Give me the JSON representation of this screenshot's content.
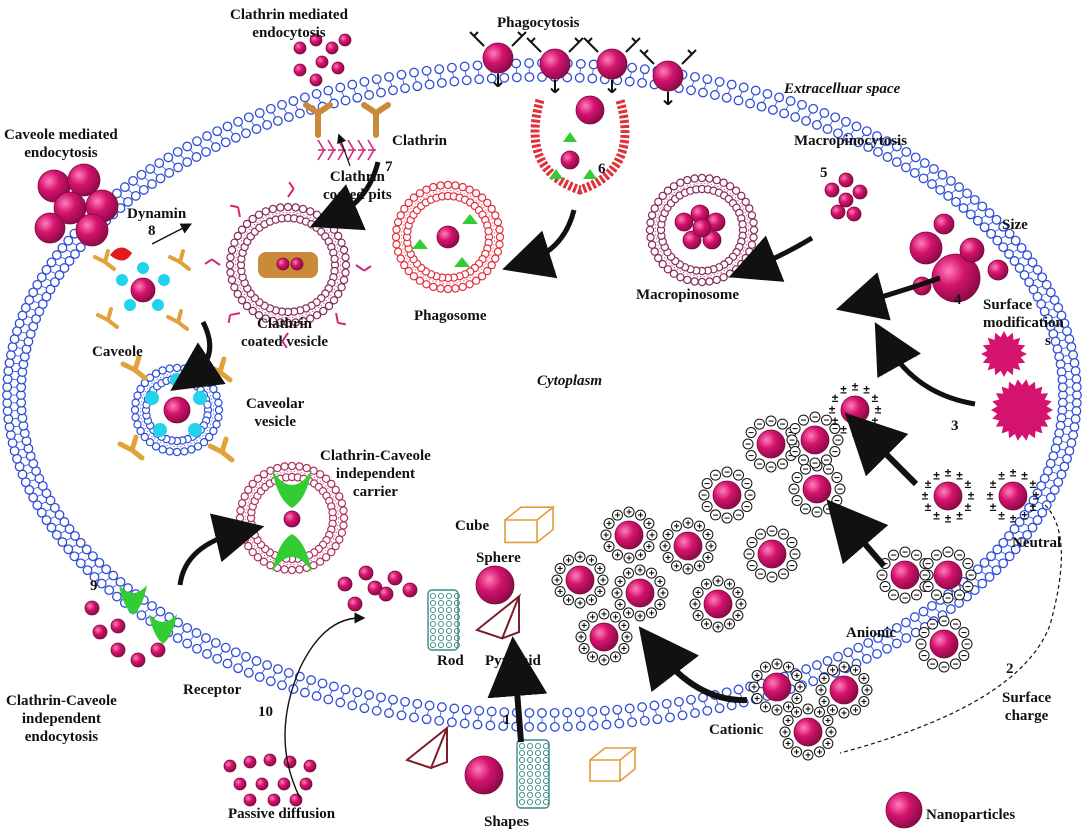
{
  "labels": {
    "clathrin_mediated": [
      "Clathrin mediated",
      "endocytosis"
    ],
    "phagocytosis": "Phagocytosis",
    "extracellular": "Extracelluar space",
    "caveole_mediated": [
      "Caveole mediated",
      "endocytosis"
    ],
    "clathrin": "Clathrin",
    "clathrin_pits": [
      "Clathrin",
      "coated pits"
    ],
    "macropinocytosis": "Macropinocytosis",
    "dynamin": "Dynamin",
    "size": "Size",
    "macropinosome": "Macropinosome",
    "phagosome": "Phagosome",
    "clathrin_vesicle": [
      "Clathrin",
      "coated vesicle"
    ],
    "caveole": "Caveole",
    "surface_mod": [
      "Surface",
      "modification",
      "s"
    ],
    "cytoplasm": "Cytoplasm",
    "caveolar_vesicle": [
      "Caveolar",
      "vesicle"
    ],
    "independent_carrier": [
      "Clathrin-Caveole",
      "independent",
      "carrier"
    ],
    "neutral": "Neutral",
    "cube": "Cube",
    "sphere": "Sphere",
    "anionic": "Anionic",
    "rod": "Rod",
    "pyramid": "Pyramid",
    "receptor": "Receptor",
    "independent_endocytosis": [
      "Clathrin-Caveole",
      "independent",
      "endocytosis"
    ],
    "surface_charge": [
      "Surface",
      "charge"
    ],
    "cationic": "Cationic",
    "passive_diffusion": "Passive diffusion",
    "shapes": "Shapes",
    "nanoparticles": "Nanoparticles"
  },
  "numbers": [
    "1",
    "2",
    "3",
    "4",
    "5",
    "6",
    "7",
    "8",
    "9",
    "10"
  ],
  "signs": {
    "plus": "+",
    "minus": "−",
    "plusminus": "±"
  },
  "colors": {
    "nanoparticle": "#d4136e",
    "membrane_blue": "#2f4fd8",
    "phago_red": "#e0303a",
    "clathrin_pink": "#d0287a",
    "caveolin_orange": "#e0a23a",
    "caveolin_cyan": "#22d3ee",
    "receptor_green": "#33cc33",
    "dynamin_red": "#e01b1b",
    "macro_purple": "#8a2a5a",
    "carrier_pink": "#b03060",
    "cube_orange": "#e39b3c",
    "pyramid_maroon": "#7a1f2a",
    "rod_teal": "#3a8a86"
  }
}
